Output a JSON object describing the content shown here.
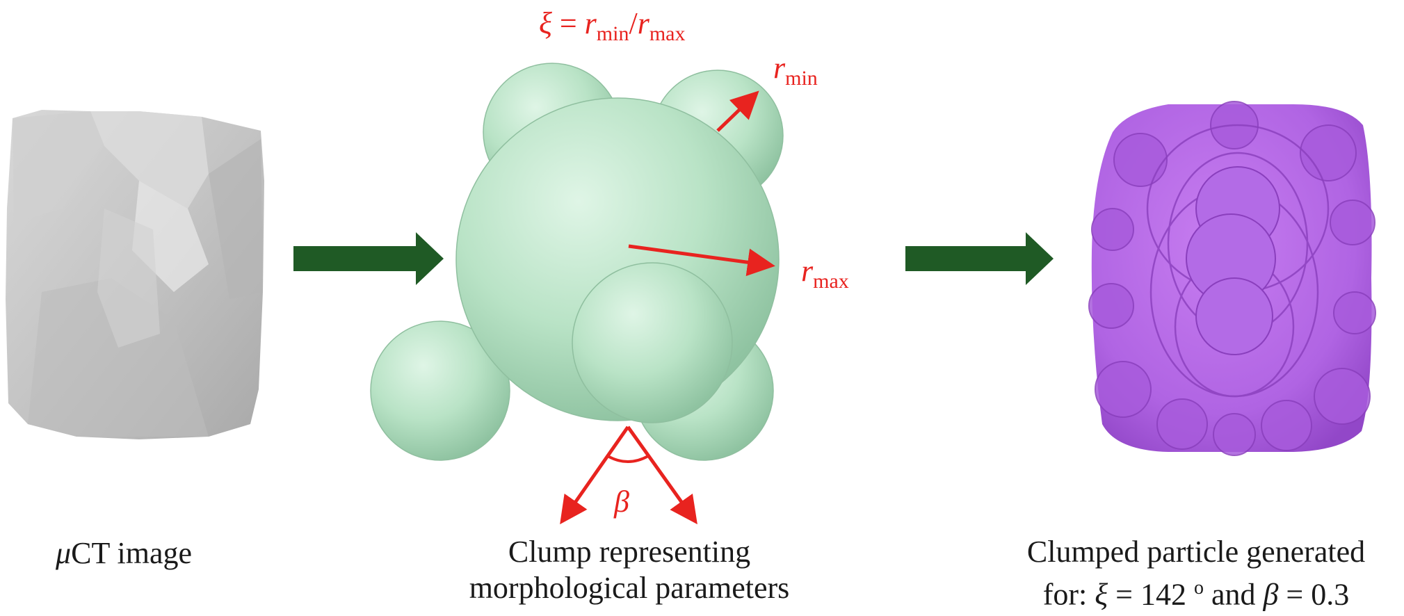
{
  "colors": {
    "arrow": "#1f5a25",
    "annotation": "#e8231f",
    "clump": "#b8e6c8",
    "particle": "#b96ee8",
    "ct": "#c9c9c9"
  },
  "panels": {
    "ct": {
      "caption_prefix": "μ",
      "caption_rest": "CT image"
    },
    "clump": {
      "caption_line1": "Clump representing",
      "caption_line2": "morphological parameters",
      "formula": {
        "xi": "ξ",
        "eq": " = ",
        "r": "r",
        "min": "min",
        "slash": "/",
        "max": "max"
      },
      "rmin": {
        "r": "r",
        "sub": "min"
      },
      "rmax": {
        "r": "r",
        "sub": "max"
      },
      "beta": "β"
    },
    "particle": {
      "caption_line1": "Clumped particle generated",
      "caption_line2_prefix": "for: ",
      "xi": "ξ",
      "caption_line2_mid": " = 142 ",
      "degree": "o",
      "caption_line2_and": " and ",
      "beta": "β",
      "caption_line2_end": " = 0.3"
    }
  }
}
